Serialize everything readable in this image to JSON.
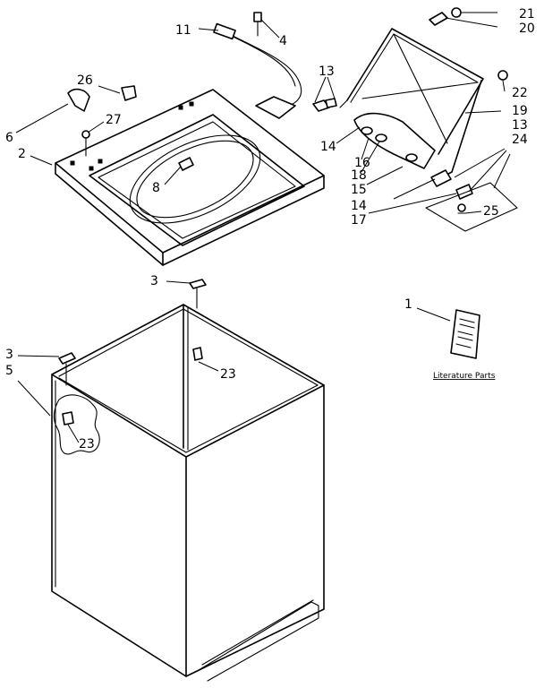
{
  "callouts": [
    {
      "id": "c1",
      "label": "1"
    },
    {
      "id": "c2",
      "label": "2"
    },
    {
      "id": "c3a",
      "label": "3"
    },
    {
      "id": "c3b",
      "label": "3"
    },
    {
      "id": "c4",
      "label": "4"
    },
    {
      "id": "c5",
      "label": "5"
    },
    {
      "id": "c6",
      "label": "6"
    },
    {
      "id": "c8",
      "label": "8"
    },
    {
      "id": "c11",
      "label": "11"
    },
    {
      "id": "c13a",
      "label": "13"
    },
    {
      "id": "c13b",
      "label": "13"
    },
    {
      "id": "c14a",
      "label": "14"
    },
    {
      "id": "c14b",
      "label": "14"
    },
    {
      "id": "c15",
      "label": "15"
    },
    {
      "id": "c16",
      "label": "16"
    },
    {
      "id": "c17",
      "label": "17"
    },
    {
      "id": "c18",
      "label": "18"
    },
    {
      "id": "c19",
      "label": "19"
    },
    {
      "id": "c20",
      "label": "20"
    },
    {
      "id": "c21",
      "label": "21"
    },
    {
      "id": "c22",
      "label": "22"
    },
    {
      "id": "c23a",
      "label": "23"
    },
    {
      "id": "c23b",
      "label": "23"
    },
    {
      "id": "c24",
      "label": "24"
    },
    {
      "id": "c25",
      "label": "25"
    },
    {
      "id": "c26",
      "label": "26"
    },
    {
      "id": "c27",
      "label": "27"
    }
  ],
  "literature_caption": "Literature Parts"
}
